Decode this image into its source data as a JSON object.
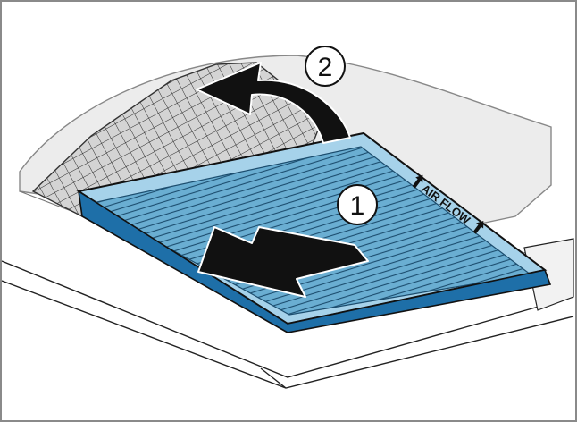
{
  "illustration": {
    "step_1_label": "1",
    "step_2_label": "2",
    "filter_text": "AIR FLOW",
    "colors": {
      "filter_fill": "#78b4d4",
      "filter_frame": "#a6d2ea",
      "grille_fill": "#cfcfcf",
      "ceiling_fill": "#ececec",
      "arrow_fill": "#111111",
      "outline": "#111111"
    }
  }
}
